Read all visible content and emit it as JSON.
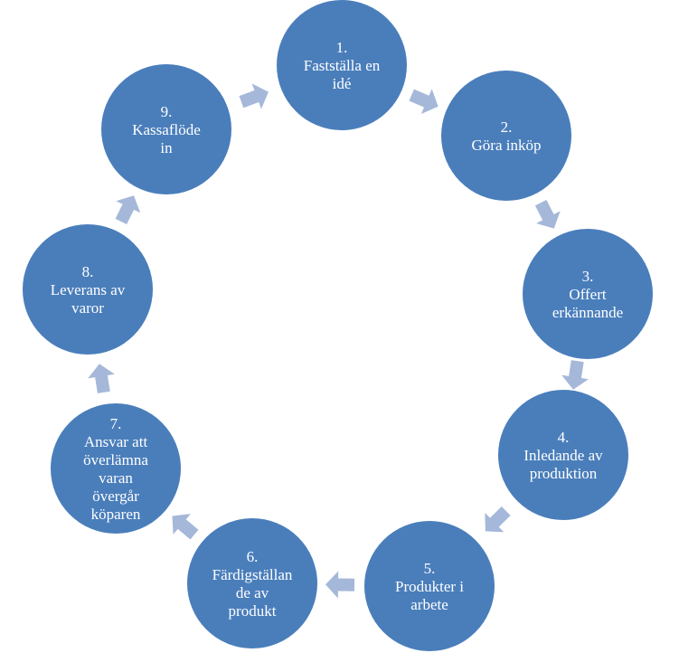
{
  "diagram": {
    "colors": {
      "node": "#4a7ebb",
      "arrow": "#a5b8d9",
      "text": "#ffffff"
    },
    "nodes": [
      {
        "num": "1.",
        "lines": [
          "Fastställa en",
          "idé"
        ]
      },
      {
        "num": "2.",
        "lines": [
          "Göra inköp"
        ]
      },
      {
        "num": "3.",
        "lines": [
          "Offert",
          "erkännande"
        ]
      },
      {
        "num": "4.",
        "lines": [
          "Inledande av",
          "produktion"
        ]
      },
      {
        "num": "5.",
        "lines": [
          "Produkter i",
          "arbete"
        ]
      },
      {
        "num": "6.",
        "lines": [
          "Färdigställan",
          "de av",
          "produkt"
        ]
      },
      {
        "num": "7.",
        "lines": [
          "Ansvar att",
          "överlämna",
          "varan",
          "övergår",
          "köparen"
        ]
      },
      {
        "num": "8.",
        "lines": [
          "Leverans av",
          "varor"
        ]
      },
      {
        "num": "9.",
        "lines": [
          "Kassaflöde",
          "in"
        ]
      }
    ]
  }
}
